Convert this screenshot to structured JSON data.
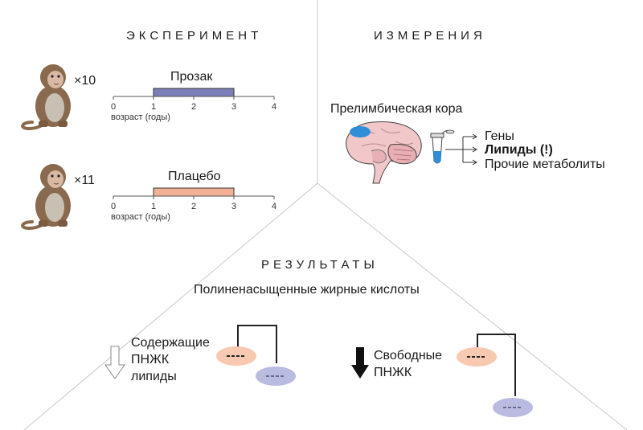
{
  "experiment": {
    "title": "ЭКСПЕРИМЕНТ",
    "group1": {
      "count": "×10",
      "treatment": "Прозак",
      "color": "#7b7fb8",
      "ticks": [
        "0",
        "1",
        "2",
        "3",
        "4"
      ],
      "axis_label": "возраст (годы)"
    },
    "group2": {
      "count": "×11",
      "treatment": "Плацебо",
      "color": "#f2b094",
      "ticks": [
        "0",
        "1",
        "2",
        "3",
        "4"
      ],
      "axis_label": "возраст (годы)"
    }
  },
  "measurements": {
    "title": "ИЗМЕРЕНИЯ",
    "region": "Прелимбическая кора",
    "outputs": [
      {
        "label": "Гены",
        "bold": false
      },
      {
        "label": "Липиды (!)",
        "bold": true
      },
      {
        "label": "Прочие метаболиты",
        "bold": false
      }
    ]
  },
  "results": {
    "title": "РЕЗУЛЬТАТЫ",
    "subtitle": "Полиненасыщенные жирные кислоты",
    "left": {
      "lines": [
        "Содержащие",
        "ПНЖК",
        "липиды"
      ],
      "arrow": "down-outline"
    },
    "right": {
      "lines": [
        "Свободные",
        "ПНЖК"
      ],
      "arrow": "down-filled"
    },
    "colors": {
      "control": "#f7c9b0",
      "prozac": "#b9bce0"
    }
  }
}
